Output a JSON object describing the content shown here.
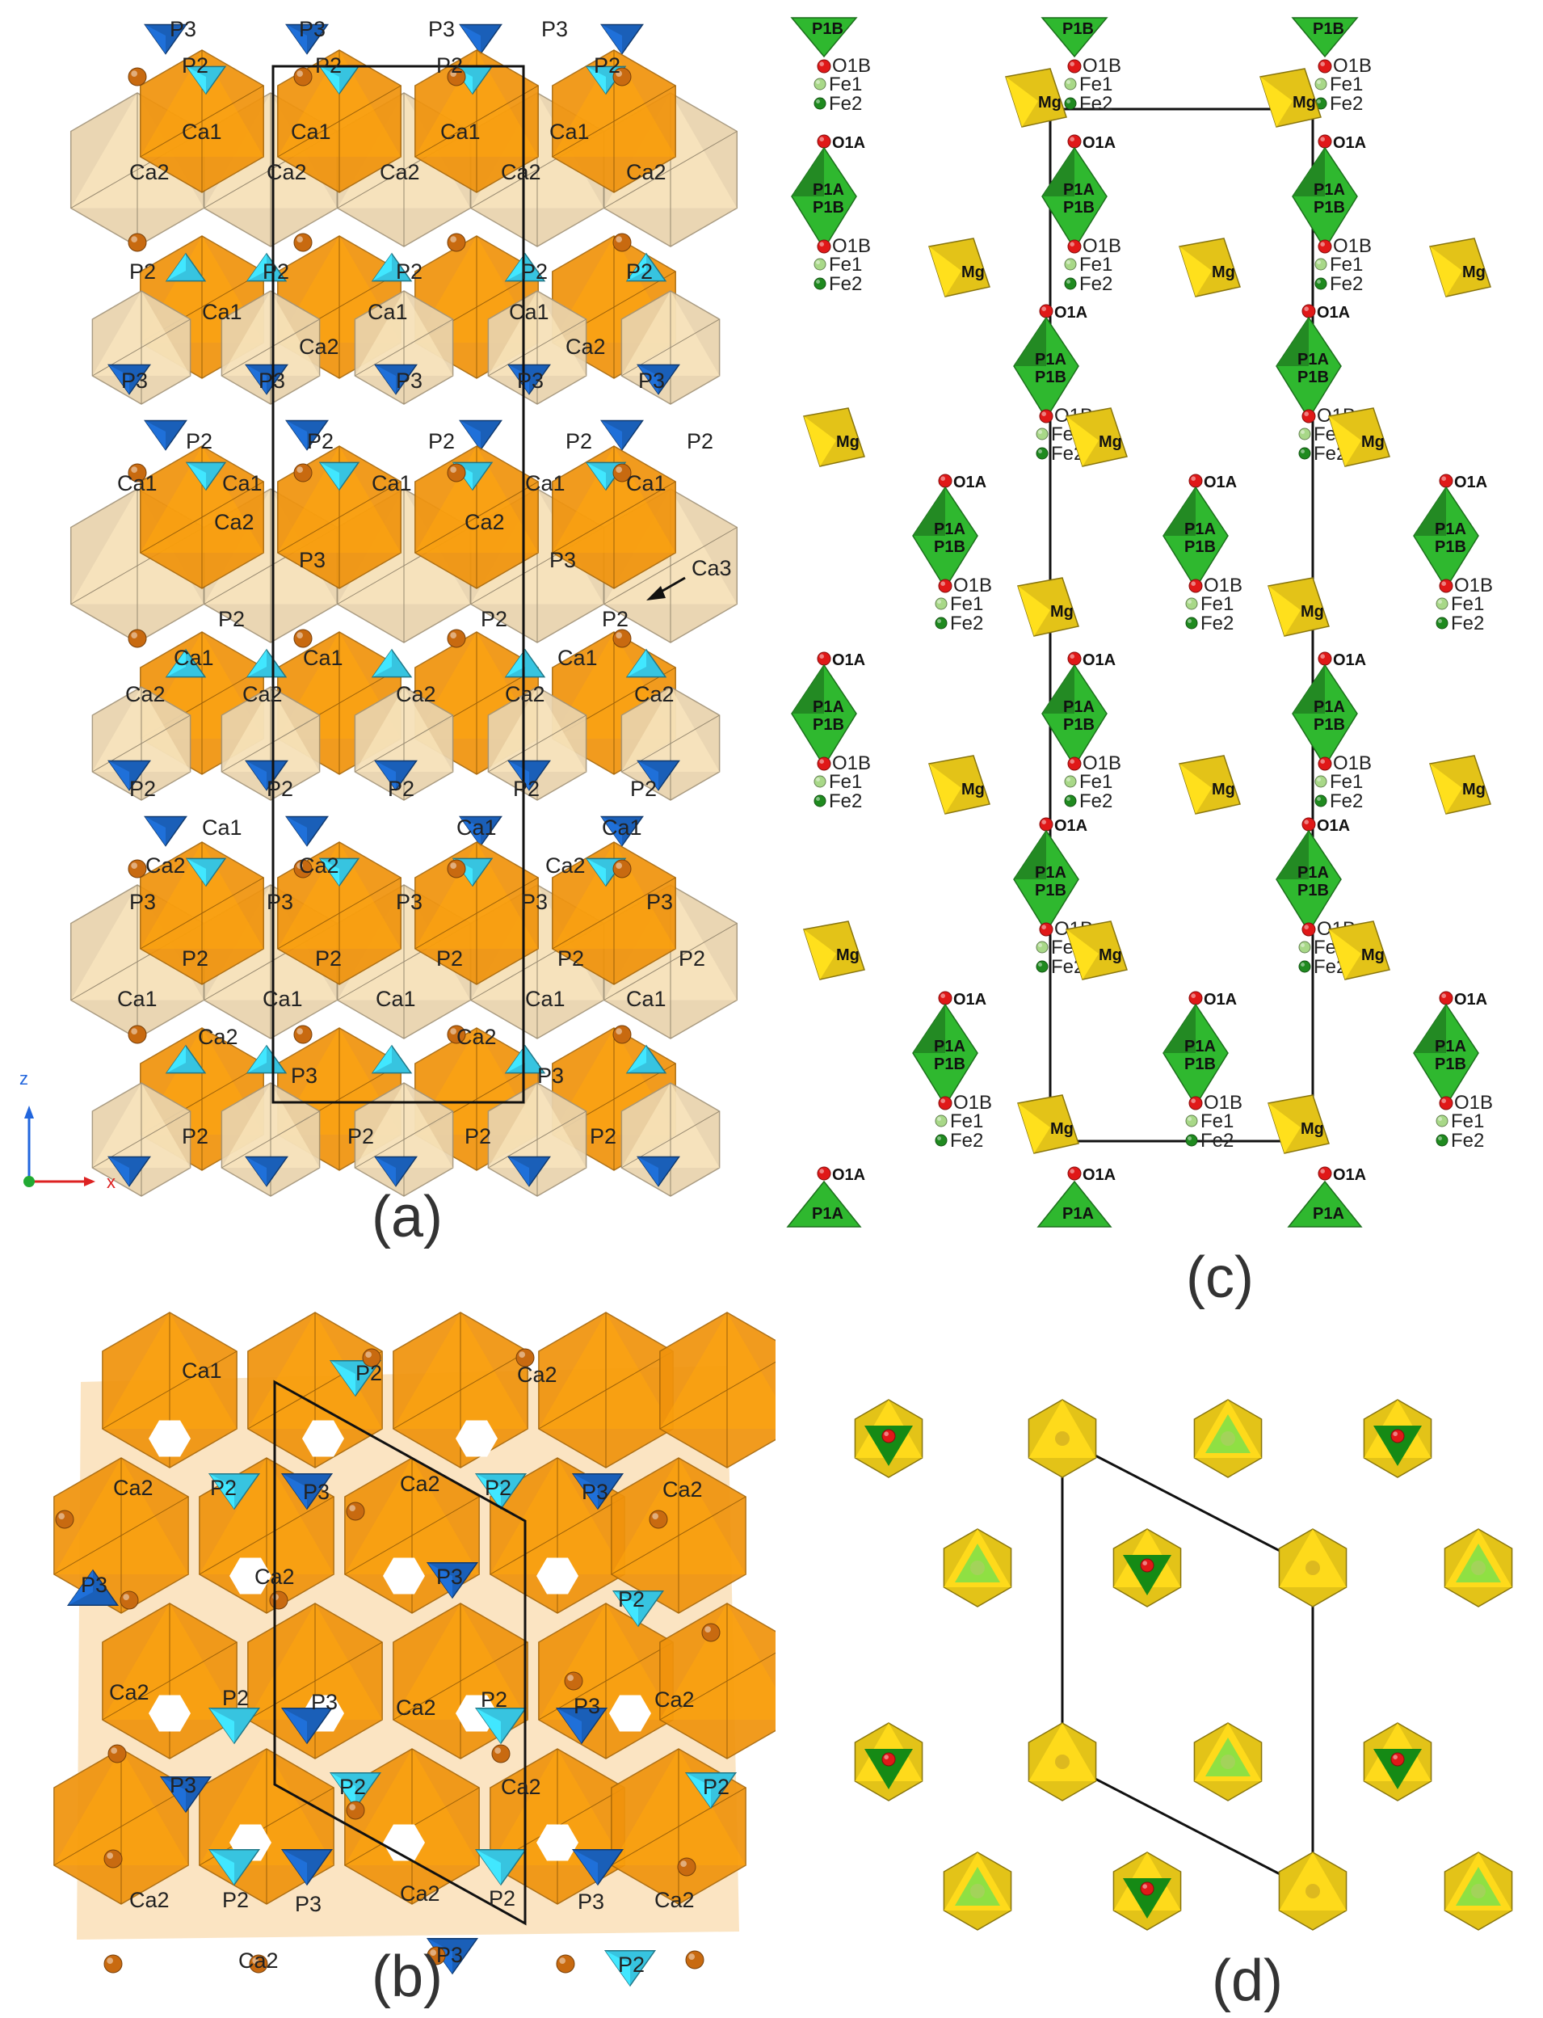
{
  "panels": {
    "a": {
      "caption": "(a)",
      "axis_labels": {
        "z": "z",
        "x": "x"
      },
      "annotation": "Ca3",
      "labels": {
        "ca1": "Ca1",
        "ca2": "Ca2",
        "p2": "P2",
        "p3": "P3"
      }
    },
    "b": {
      "caption": "(b)",
      "labels": {
        "ca1": "Ca1",
        "ca2": "Ca2",
        "p2": "P2",
        "p3": "P3"
      }
    },
    "c": {
      "caption": "(c)",
      "labels": {
        "p1a": "P1A",
        "p1b": "P1B",
        "o1a": "O1A",
        "o1b": "O1B",
        "fe1": "Fe1",
        "fe2": "Fe2",
        "mg": "Mg"
      }
    },
    "d": {
      "caption": "(d)"
    }
  },
  "colors": {
    "ca1": "#f0930c",
    "ca2": "#e9d3ad",
    "p2": "#37c4e0",
    "p3": "#1a5fb8",
    "ca3_atom": "#c86a10",
    "mg": "#e3c318",
    "p1": "#2fb82f",
    "o_atom": "#e01818",
    "fe1_atom": "#a8d888",
    "fe2_atom": "#1f8a1f"
  }
}
